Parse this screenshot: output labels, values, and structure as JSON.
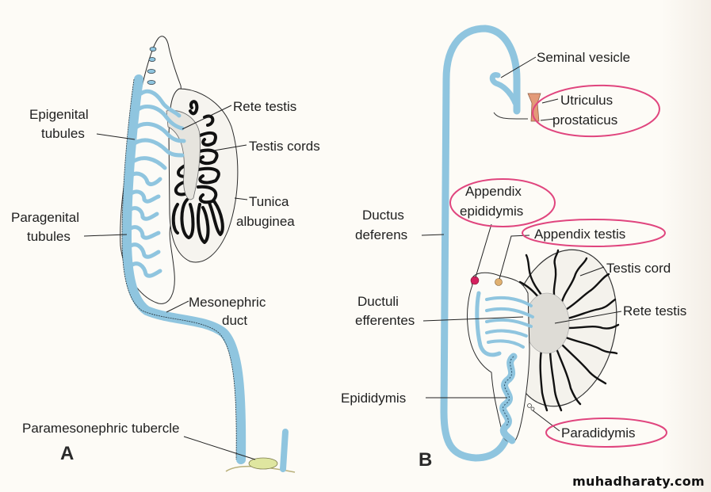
{
  "figure": {
    "panel_a": {
      "letter": "A",
      "labels": {
        "epigenital_1": "Epigenital",
        "epigenital_2": "tubules",
        "paragenital_1": "Paragenital",
        "paragenital_2": "tubules",
        "rete_testis": "Rete testis",
        "testis_cords": "Testis cords",
        "tunica_1": "Tunica",
        "tunica_2": "albuginea",
        "mesonephric_1": "Mesonephric",
        "mesonephric_2": "duct",
        "paramesonephric_tubercle": "Paramesonephric tubercle"
      }
    },
    "panel_b": {
      "letter": "B",
      "labels": {
        "seminal_vesicle": "Seminal vesicle",
        "utriculus_1": "Utriculus",
        "utriculus_2": "prostaticus",
        "appendix_epididymis_1": "Appendix",
        "appendix_epididymis_2": "epididymis",
        "appendix_testis": "Appendix testis",
        "ductus_deferens_1": "Ductus",
        "ductus_deferens_2": "deferens",
        "testis_cord": "Testis cord",
        "ductuli_1": "Ductuli",
        "ductuli_2": "efferentes",
        "rete_testis": "Rete testis",
        "epididymis": "Epididymis",
        "paradidymis": "Paradidymis"
      },
      "circled_labels": [
        "Utriculus prostaticus",
        "Appendix epididymis",
        "Appendix testis",
        "Paradidymis"
      ]
    },
    "colors": {
      "duct_blue": "#8fc5df",
      "highlight_circle": "#e0457e",
      "utriculus": "#e39a78",
      "appendix_epididymis_dot": "#d4205e",
      "appendix_testis_dot": "#e0b070",
      "tubercle": "#dfe6a0"
    }
  },
  "watermark": "muhadharaty.com"
}
